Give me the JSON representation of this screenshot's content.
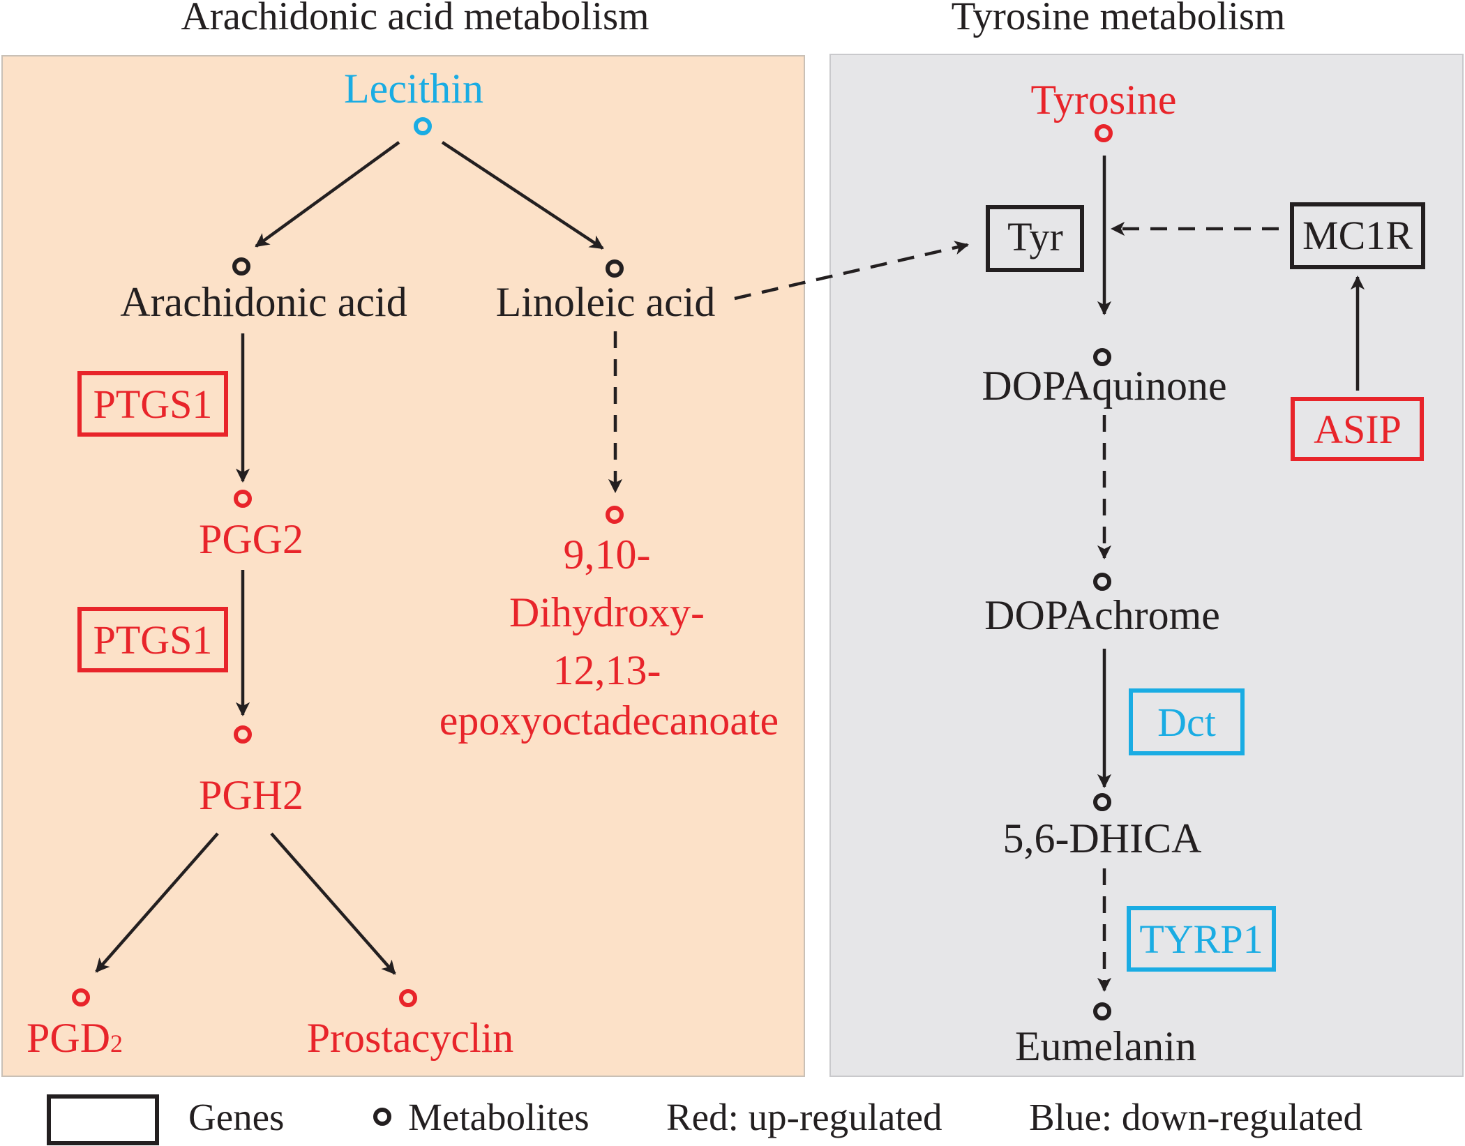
{
  "panels": {
    "left": {
      "title": "Arachidonic acid metabolism",
      "bg": "#fce1c8"
    },
    "right": {
      "title": "Tyrosine metabolism",
      "bg": "#e6e6e8"
    }
  },
  "colors": {
    "up": "#e8242a",
    "down": "#1aace3",
    "neutral": "#231f20"
  },
  "metabolites": {
    "lecithin": "Lecithin",
    "arachidonic_acid": "Arachidonic acid",
    "linoleic_acid": "Linoleic acid",
    "pgg2": "PGG2",
    "pgh2": "PGH2",
    "pgd2_main": "PGD",
    "pgd2_sub": "2",
    "prostacyclin": "Prostacyclin",
    "dihydroxy": [
      "9,10-",
      "Dihydroxy-",
      "12,13-",
      "epoxyoctadecanoate"
    ],
    "tyrosine": "Tyrosine",
    "dopaquinone": "DOPAquinone",
    "dopachrome": "DOPAchrome",
    "dhica": "5,6-DHICA",
    "eumelanin": "Eumelanin"
  },
  "genes": {
    "ptgs1_a": "PTGS1",
    "ptgs1_b": "PTGS1",
    "tyr": "Tyr",
    "mc1r": "MC1R",
    "asip": "ASIP",
    "dct": "Dct",
    "tyrp1": "TYRP1"
  },
  "legend": {
    "genes": "Genes",
    "metabolites": "Metabolites",
    "red": "Red: up-regulated",
    "blue": "Blue: down-regulated"
  }
}
